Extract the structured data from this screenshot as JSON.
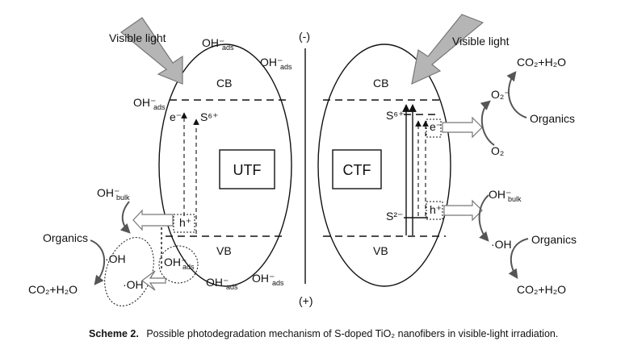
{
  "caption": {
    "scheme": "Scheme 2.",
    "text": "Possible photodegradation mechanism of S-doped TiO₂ nanofibers in visible-light irradiation."
  },
  "electrodes": {
    "negative": "(-)",
    "positive": "(+)"
  },
  "left": {
    "light": "Visible light",
    "box": "UTF",
    "cb": "CB",
    "vb": "VB",
    "electron": "e⁻",
    "dopant": "S⁶⁺",
    "hole": "h⁺",
    "oh_ads": "OH⁻",
    "oh_ads_sub": "ads",
    "oh_bulk": "OH⁻",
    "oh_bulk_sub": "bulk",
    "radical": "·OH",
    "organics": "Organics",
    "product": "CO₂+H₂O"
  },
  "right": {
    "light": "Visible light",
    "box": "CTF",
    "cb": "CB",
    "vb": "VB",
    "dopant_top": "S⁶⁺",
    "dopant_bottom": "S²⁻",
    "electron": "e⁻",
    "hole": "h⁺",
    "superoxide": "O₂⁻",
    "oxygen": "O₂",
    "oh_bulk": "OH⁻",
    "oh_bulk_sub": "bulk",
    "radical": "·OH",
    "organics_top": "Organics",
    "organics_bottom": "Organics",
    "product_top": "CO₂+H₂O",
    "product_bottom": "CO₂+H₂O"
  },
  "colors": {
    "ink": "#111111",
    "arrow_fill": "#b5b5b5",
    "arrow_outline": "#777777",
    "process_arrow": "#555555"
  }
}
